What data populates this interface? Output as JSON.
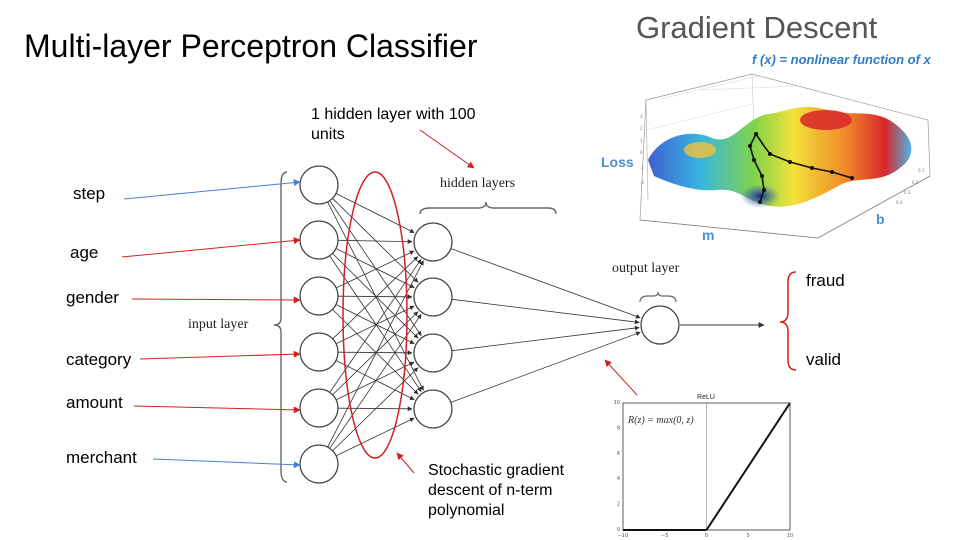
{
  "title": "Multi-layer Perceptron Classifier",
  "inputs": [
    "step",
    "age",
    "gender",
    "category",
    "amount",
    "merchant"
  ],
  "network": {
    "input_layer_label": "input layer",
    "hidden_layers_label": "hidden layers",
    "output_layer_label": "output layer"
  },
  "outputs": [
    "fraud",
    "valid"
  ],
  "annotations": {
    "hidden_note": "1 hidden layer with 100 units",
    "sgd_note": "Stochastic gradient descent of n-term polynomial"
  },
  "gradient_descent": {
    "title": "Gradient Descent",
    "subtitle": "f (x) = nonlinear function of x",
    "loss_label": "Loss",
    "m_label": "m",
    "b_label": "b"
  },
  "relu": {
    "title": "ReLU",
    "formula": "R(z) = max(0, z)",
    "x_ticks": [
      "−10",
      "−5",
      "0",
      "5",
      "10"
    ],
    "y_ticks": [
      "0",
      "2",
      "4",
      "6",
      "8",
      "10"
    ]
  },
  "colors": {
    "blue_arrow": "#4a7fd4",
    "red_arrow": "#d42020",
    "subtitle_blue": "#2d7ec4"
  }
}
